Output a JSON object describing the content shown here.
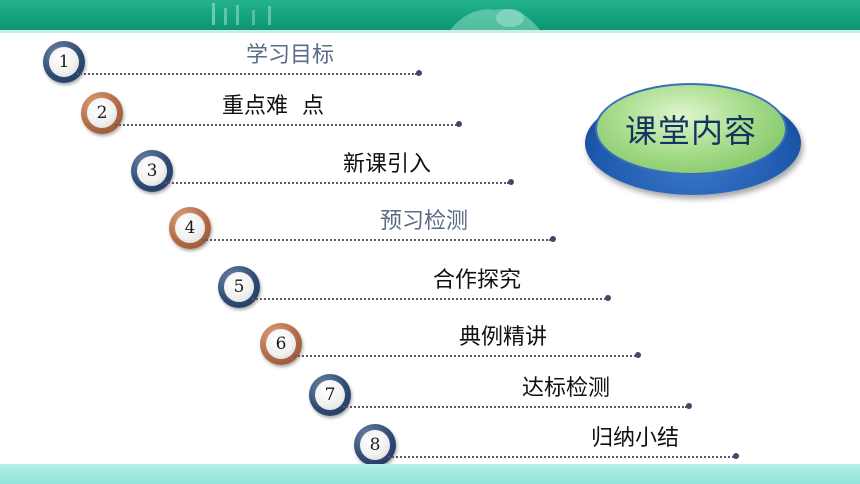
{
  "title": "课堂内容",
  "items": [
    {
      "num": "1",
      "label": "学习目标"
    },
    {
      "num": "2",
      "label": "重点难  点"
    },
    {
      "num": "3",
      "label": "新课引入"
    },
    {
      "num": "4",
      "label": "预习检测"
    },
    {
      "num": "5",
      "label": "合作探究"
    },
    {
      "num": "6",
      "label": "典例精讲"
    },
    {
      "num": "7",
      "label": "达标检测"
    },
    {
      "num": "8",
      "label": "归纳小结"
    }
  ],
  "colors": {
    "banner": "#12a07c",
    "bottom_bar": "#a6e9e1",
    "blue_circle": "#2f4a74",
    "brown_circle": "#b06a45",
    "badge_top": "#a8dc8c",
    "badge_base": "#1f5bb0"
  }
}
